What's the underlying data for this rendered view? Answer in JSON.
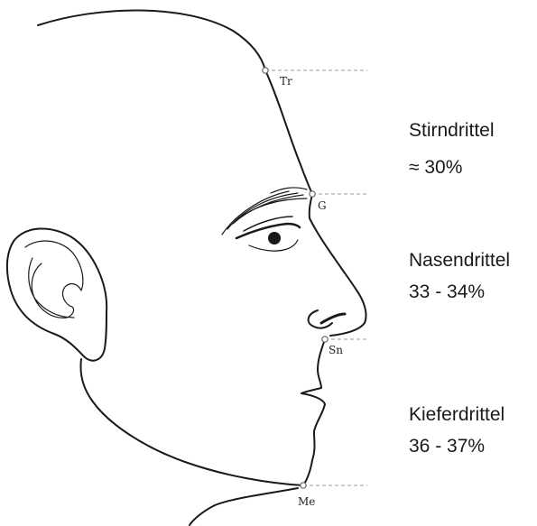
{
  "landmarks": [
    {
      "id": "tr",
      "label": "Tr"
    },
    {
      "id": "g",
      "label": "G"
    },
    {
      "id": "sn",
      "label": "Sn"
    },
    {
      "id": "me",
      "label": "Me"
    }
  ],
  "regions": [
    {
      "id": "forehead",
      "name": "Stirndrittel",
      "value": "≈ 30%"
    },
    {
      "id": "nose",
      "name": "Nasendrittel",
      "value": "33 - 34%"
    },
    {
      "id": "jaw",
      "name": "Kieferdrittel",
      "value": "36 - 37%"
    }
  ],
  "colors": {
    "line": "#1a1a1a",
    "guide": "#999999",
    "point_fill": "#ffffff",
    "point_stroke": "#666666"
  }
}
